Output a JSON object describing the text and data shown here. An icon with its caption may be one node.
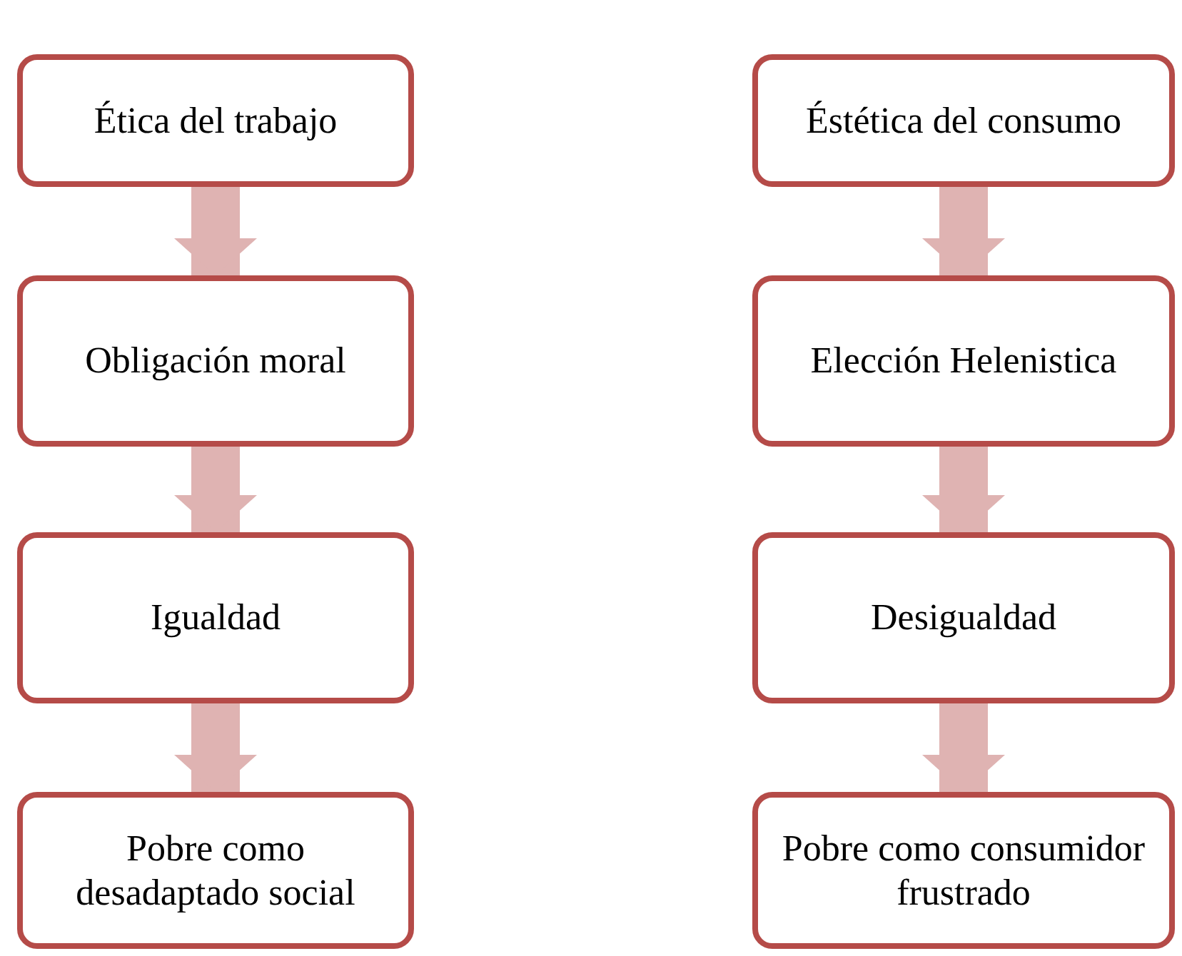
{
  "diagram": {
    "nodes": [
      {
        "text": [
          "Ética del trabajo"
        ]
      },
      {
        "text": [
          "Obligación moral"
        ]
      },
      {
        "text": [
          "Igualdad"
        ]
      },
      {
        "text": [
          "Pobre como desadaptado social"
        ]
      },
      {
        "text": [
          "Éstética del consumo"
        ]
      },
      {
        "text": [
          "Elección Helenistica"
        ]
      },
      {
        "text": [
          "Desigualdad"
        ]
      },
      {
        "text": [
          "Pobre como consumidor frustrado"
        ]
      }
    ],
    "edges": [
      {
        "from": 0,
        "to": 1,
        "arrow": "to"
      },
      {
        "from": 1,
        "to": 2,
        "arrow": "to"
      },
      {
        "from": 2,
        "to": 3,
        "arrow": "to"
      },
      {
        "from": 4,
        "to": 5,
        "arrow": "to"
      },
      {
        "from": 5,
        "to": 6,
        "arrow": "to"
      },
      {
        "from": 6,
        "to": 7,
        "arrow": "to"
      }
    ]
  }
}
